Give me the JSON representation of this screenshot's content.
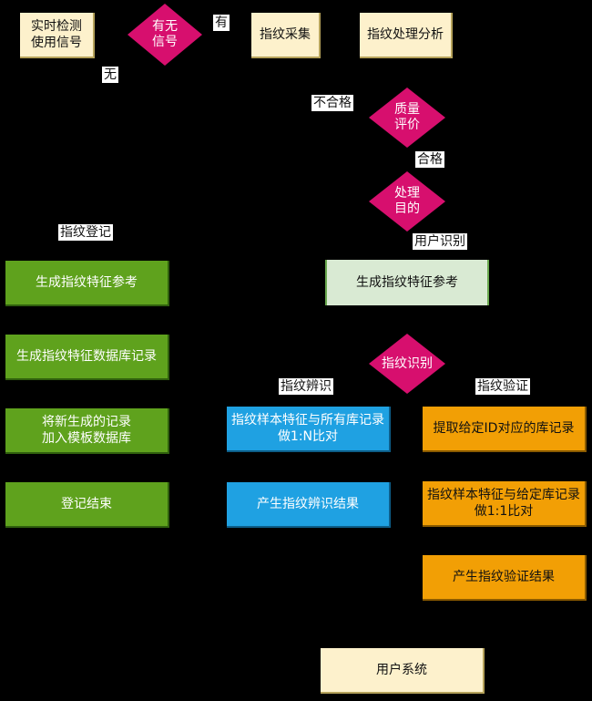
{
  "nodes": {
    "realtime_detect": "实时检测\n使用信号",
    "has_signal": "有无\n信号",
    "fp_capture": "指纹采集",
    "fp_process": "指纹处理分析",
    "quality_eval": "质量\n评价",
    "process_purpose": "处理\n目的",
    "gen_feature_ref_left": "生成指纹特征参考",
    "gen_feature_db_record": "生成指纹特征数据库记录",
    "add_to_template_db": "将新生成的记录\n加入模板数据库",
    "register_end": "登记结束",
    "gen_feature_ref_right": "生成指纹特征参考",
    "fp_identify": "指纹识别",
    "compare_all": "指纹样本特征与所有库记录\n做1:N比对",
    "gen_identify_result": "产生指纹辨识结果",
    "fetch_id_record": "提取给定ID对应的库记录",
    "compare_one": "指纹样本特征与给定库记录\n做1:1比对",
    "gen_verify_result": "产生指纹验证结果",
    "user_system": "用户系统"
  },
  "labels": {
    "yes": "有",
    "no": "无",
    "unqualified": "不合格",
    "qualified": "合格",
    "fp_register": "指纹登记",
    "user_identify": "用户识别",
    "fp_discern": "指纹辨识",
    "fp_verify": "指纹验证"
  },
  "colors": {
    "cream": "#fdf1cc",
    "green": "#5fa21d",
    "light_green": "#d9ead3",
    "blue": "#1fa1e2",
    "orange": "#f29f05",
    "magenta": "#d70f6e"
  }
}
